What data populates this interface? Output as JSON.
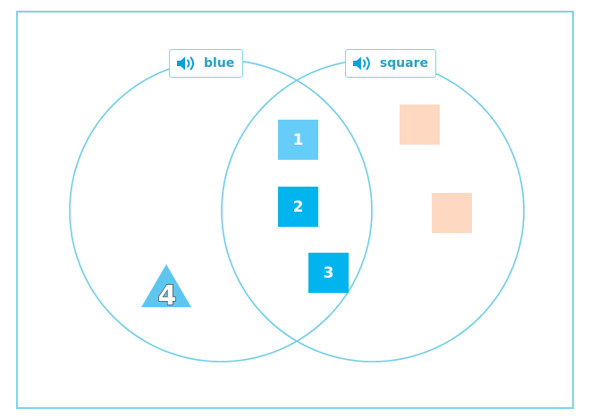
{
  "sets": {
    "left": {
      "label": "blue",
      "icon": "speaker-icon"
    },
    "right": {
      "label": "square",
      "icon": "speaker-icon"
    }
  },
  "items": [
    {
      "number": "1",
      "shape": "square",
      "color": "#66cdf8"
    },
    {
      "number": "2",
      "shape": "square",
      "color": "#00b5ee"
    },
    {
      "number": "3",
      "shape": "square",
      "color": "#00b5ee"
    },
    {
      "number": "4",
      "shape": "triangle",
      "color": "#5ec6ee"
    }
  ],
  "colors": {
    "frame": "#7fd3ea",
    "circle": "#6ccde8",
    "label_text": "#2a9fc4",
    "peach": "#ffd8c2"
  }
}
